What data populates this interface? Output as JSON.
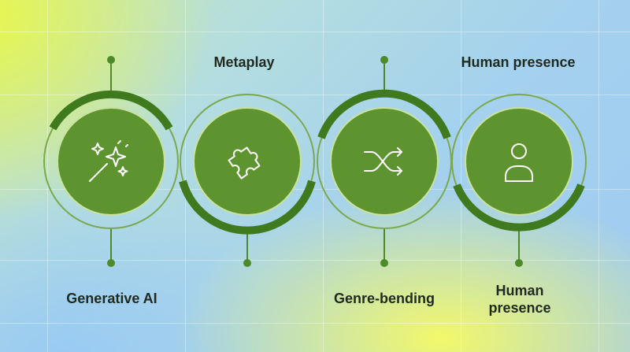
{
  "colors": {
    "circle_fill": "#5e9430",
    "ring_dark": "#3f7a1e",
    "ring_light": "#7aa94e",
    "connector": "#4d8a2a",
    "label_text": "#1f2a20"
  },
  "labels": {
    "top_1": "Metaplay",
    "top_2": "Human presence",
    "bottom_1": "Generative AI",
    "bottom_2": "Genre-bending",
    "bottom_3": "Human presence"
  },
  "nodes": [
    {
      "icon": "sparkle-wand-icon"
    },
    {
      "icon": "puzzle-piece-icon"
    },
    {
      "icon": "shuffle-icon"
    },
    {
      "icon": "user-icon"
    }
  ]
}
